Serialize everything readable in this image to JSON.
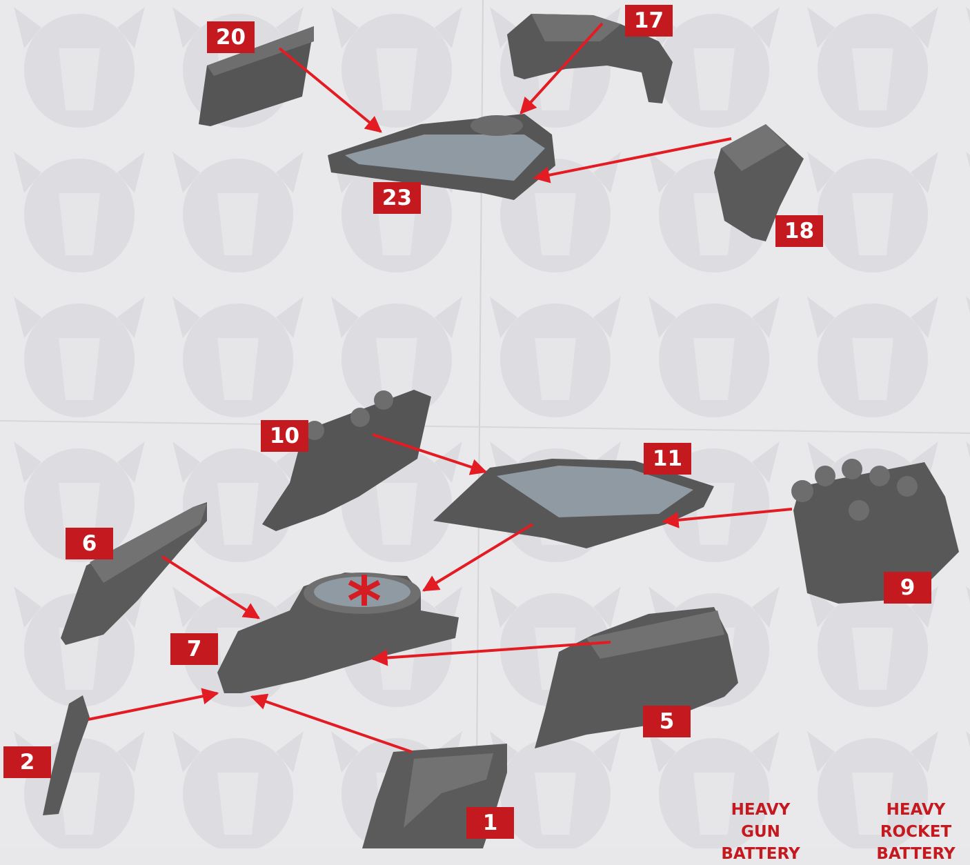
{
  "part_labels": {
    "p20": "20",
    "p17": "17",
    "p23": "23",
    "p18": "18",
    "p10": "10",
    "p11": "11",
    "p6": "6",
    "p9": "9",
    "p7": "7",
    "p5": "5",
    "p2": "2",
    "p1": "1"
  },
  "captions": {
    "gun": [
      "HEAVY",
      "GUN",
      "BATTERY"
    ],
    "rocket": [
      "HEAVY",
      "ROCKET",
      "BATTERY"
    ]
  },
  "assembly_marker": "*",
  "colors": {
    "label_bg": "#c41a1f",
    "label_text": "#ffffff",
    "arrow": "#e31b23",
    "caption_text": "#c41a1f",
    "part_grey": "#5e5e5e",
    "part_deck": "#8f9aa3",
    "background": "#e8e8ea"
  }
}
